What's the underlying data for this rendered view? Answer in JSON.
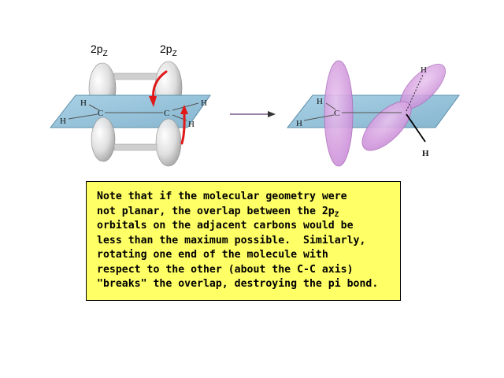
{
  "left_panel": {
    "orbital_label_left": {
      "main": "2p",
      "sub": "Z"
    },
    "orbital_label_right": {
      "main": "2p",
      "sub": "Z"
    },
    "atom_h": "H",
    "atom_c": "C"
  },
  "right_panel": {
    "atom_h": "H",
    "atom_c": "C"
  },
  "colors": {
    "plane": "#9cc6dc",
    "plane_edge": "#5d8fa8",
    "orbital_grey": "#d8d8d8",
    "orbital_pink": "#d9a4e4",
    "rotation_arrow": "#e01818",
    "note_background": "#ffff66",
    "reaction_arrow": "#7a5c88"
  },
  "note": {
    "line1": "Note that if the molecular geometry were",
    "line2": "not planar, the overlap between the 2p",
    "line2_sub": "Z",
    "line3": "orbitals on the adjacent carbons would be",
    "line4": "less than the maximum possible.  Similarly,",
    "line5": "rotating one end of the molecule with",
    "line6": "respect to the other (about the C-C axis)",
    "line7": "\"breaks\" the overlap, destroying the pi bond."
  }
}
